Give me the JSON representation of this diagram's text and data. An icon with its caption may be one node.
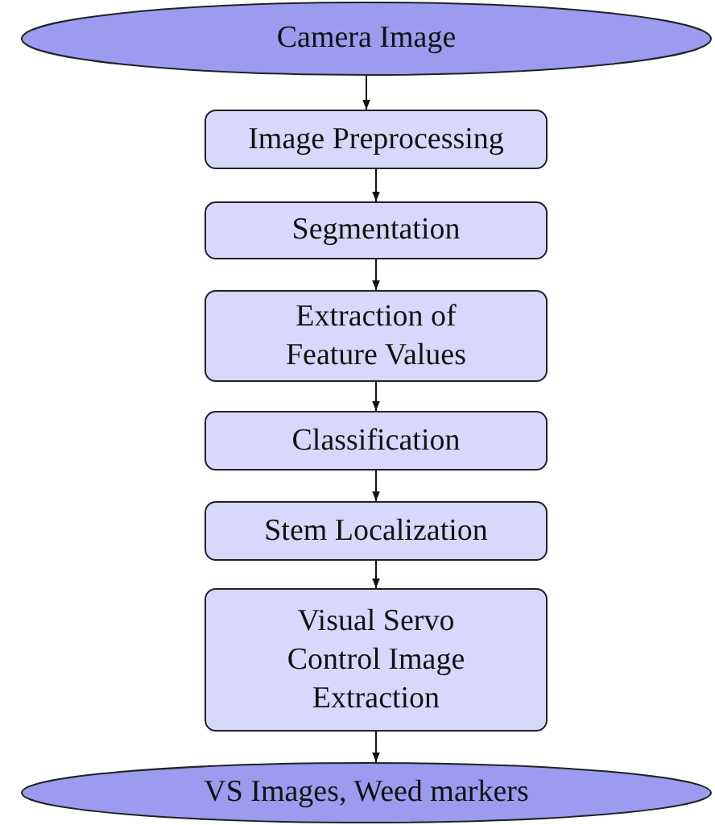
{
  "diagram": {
    "nodes": [
      {
        "text": [
          "Camera Image"
        ]
      },
      {
        "text": [
          "Image Preprocessing"
        ]
      },
      {
        "text": [
          "Segmentation"
        ]
      },
      {
        "text": [
          "Extraction of Feature Values"
        ]
      },
      {
        "text": [
          "Classification"
        ]
      },
      {
        "text": [
          "Stem Localization"
        ]
      },
      {
        "text": [
          "Visual Servo Control Image Extraction"
        ]
      },
      {
        "text": [
          "VS Images, Weed markers"
        ]
      }
    ],
    "edges": [
      {
        "from": 0,
        "to": 1,
        "arrow": "to"
      },
      {
        "from": 1,
        "to": 2,
        "arrow": "to"
      },
      {
        "from": 2,
        "to": 3,
        "arrow": "to"
      },
      {
        "from": 3,
        "to": 4,
        "arrow": "to"
      },
      {
        "from": 4,
        "to": 5,
        "arrow": "to"
      },
      {
        "from": 5,
        "to": 6,
        "arrow": "to"
      },
      {
        "from": 6,
        "to": 7,
        "arrow": "to"
      }
    ]
  }
}
